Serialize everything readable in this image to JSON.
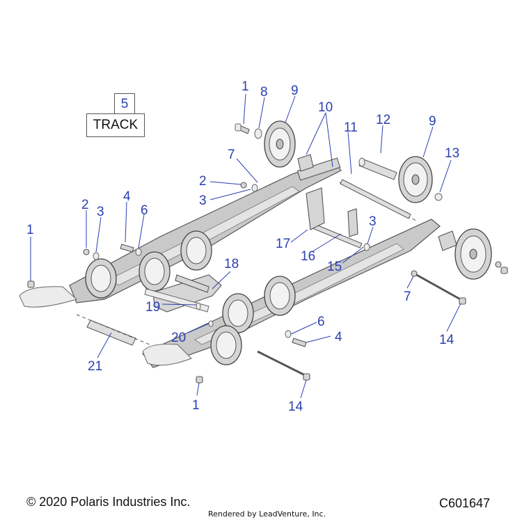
{
  "track_callout": {
    "number": "5",
    "label": "TRACK"
  },
  "callouts": [
    {
      "id": "c1a",
      "text": "1"
    },
    {
      "id": "c8",
      "text": "8"
    },
    {
      "id": "c9a",
      "text": "9"
    },
    {
      "id": "c10",
      "text": "10"
    },
    {
      "id": "c11",
      "text": "11"
    },
    {
      "id": "c12",
      "text": "12"
    },
    {
      "id": "c9b",
      "text": "9"
    },
    {
      "id": "c13",
      "text": "13"
    },
    {
      "id": "c7a",
      "text": "7"
    },
    {
      "id": "c2a",
      "text": "2"
    },
    {
      "id": "c3a",
      "text": "3"
    },
    {
      "id": "c2b",
      "text": "2"
    },
    {
      "id": "c3b",
      "text": "3"
    },
    {
      "id": "c4a",
      "text": "4"
    },
    {
      "id": "c6a",
      "text": "6"
    },
    {
      "id": "c1b",
      "text": "1"
    },
    {
      "id": "c3c",
      "text": "3"
    },
    {
      "id": "c17",
      "text": "17"
    },
    {
      "id": "c16",
      "text": "16"
    },
    {
      "id": "c15",
      "text": "15"
    },
    {
      "id": "c18",
      "text": "18"
    },
    {
      "id": "c7b",
      "text": "7"
    },
    {
      "id": "c14a",
      "text": "14"
    },
    {
      "id": "c19",
      "text": "19"
    },
    {
      "id": "c20",
      "text": "20"
    },
    {
      "id": "c6b",
      "text": "6"
    },
    {
      "id": "c4b",
      "text": "4"
    },
    {
      "id": "c21",
      "text": "21"
    },
    {
      "id": "c1c",
      "text": "1"
    },
    {
      "id": "c14b",
      "text": "14"
    }
  ],
  "footer": {
    "copyright": "© 2020 Polaris Industries Inc.",
    "code": "C601647",
    "rendered_by": "Rendered by LeadVenture, Inc."
  },
  "colors": {
    "callout": "#2a3fb0",
    "line_art": "#555555"
  }
}
